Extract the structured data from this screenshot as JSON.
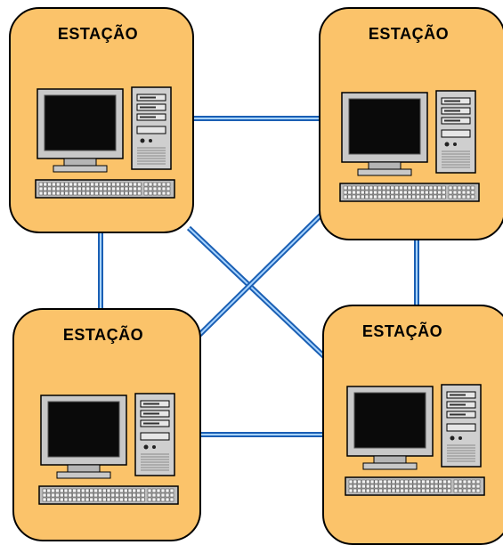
{
  "diagram": {
    "stations": [
      {
        "id": "station-1",
        "label": "ESTAÇÃO",
        "icon": "desktop-computer-icon"
      },
      {
        "id": "station-2",
        "label": "ESTAÇÃO",
        "icon": "desktop-computer-icon"
      },
      {
        "id": "station-3",
        "label": "ESTAÇÃO",
        "icon": "desktop-computer-icon"
      },
      {
        "id": "station-4",
        "label": "ESTAÇÃO",
        "icon": "desktop-computer-icon"
      }
    ],
    "connections": [
      {
        "from": "station-1",
        "to": "station-2"
      },
      {
        "from": "station-1",
        "to": "station-3"
      },
      {
        "from": "station-1",
        "to": "station-4"
      },
      {
        "from": "station-2",
        "to": "station-3"
      },
      {
        "from": "station-2",
        "to": "station-4"
      },
      {
        "from": "station-3",
        "to": "station-4"
      }
    ],
    "colors": {
      "station_fill": "#fbc36a",
      "station_border": "#000000",
      "link_outer": "#1a5fb4",
      "link_inner": "#a8d4ff"
    }
  }
}
